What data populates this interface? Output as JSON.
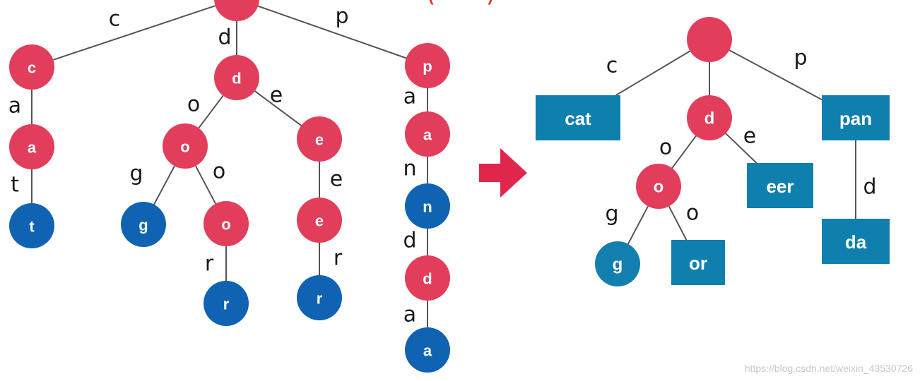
{
  "colors": {
    "internal": "#e23d5b",
    "leaf_circle": "#0f63b2",
    "leaf_box": "#0f7fae",
    "leaf_circle_compressed": "#137fae",
    "edge_line": "#555555",
    "arrow": "#e0264a"
  },
  "trie": {
    "nodes": [
      {
        "id": "root",
        "label": ""
      },
      {
        "id": "c",
        "label": "c"
      },
      {
        "id": "a",
        "label": "a"
      },
      {
        "id": "t",
        "label": "t"
      },
      {
        "id": "d",
        "label": "d"
      },
      {
        "id": "o",
        "label": "o"
      },
      {
        "id": "g",
        "label": "g"
      },
      {
        "id": "o2",
        "label": "o"
      },
      {
        "id": "r",
        "label": "r"
      },
      {
        "id": "e",
        "label": "e"
      },
      {
        "id": "e2",
        "label": "e"
      },
      {
        "id": "r2",
        "label": "r"
      },
      {
        "id": "p",
        "label": "p"
      },
      {
        "id": "pa",
        "label": "a"
      },
      {
        "id": "n",
        "label": "n"
      },
      {
        "id": "pd",
        "label": "d"
      },
      {
        "id": "pa2",
        "label": "a"
      }
    ],
    "edges": [
      {
        "from": "root",
        "to": "c",
        "label": "c"
      },
      {
        "from": "root",
        "to": "d",
        "label": "d"
      },
      {
        "from": "root",
        "to": "p",
        "label": "p"
      },
      {
        "from": "c",
        "to": "a",
        "label": "a"
      },
      {
        "from": "a",
        "to": "t",
        "label": "t"
      },
      {
        "from": "d",
        "to": "o",
        "label": "o"
      },
      {
        "from": "d",
        "to": "e",
        "label": "e"
      },
      {
        "from": "o",
        "to": "g",
        "label": "g"
      },
      {
        "from": "o",
        "to": "o2",
        "label": "o"
      },
      {
        "from": "o2",
        "to": "r",
        "label": "r"
      },
      {
        "from": "e",
        "to": "e2",
        "label": "e"
      },
      {
        "from": "e2",
        "to": "r2",
        "label": "r"
      },
      {
        "from": "p",
        "to": "pa",
        "label": "a"
      },
      {
        "from": "pa",
        "to": "n",
        "label": "n"
      },
      {
        "from": "n",
        "to": "pd",
        "label": "d"
      },
      {
        "from": "pd",
        "to": "pa2",
        "label": "a"
      }
    ]
  },
  "radix": {
    "nodes": [
      {
        "id": "root",
        "label": ""
      },
      {
        "id": "cat",
        "label": "cat"
      },
      {
        "id": "d",
        "label": "d"
      },
      {
        "id": "o",
        "label": "o"
      },
      {
        "id": "g",
        "label": "g"
      },
      {
        "id": "or",
        "label": "or"
      },
      {
        "id": "eer",
        "label": "eer"
      },
      {
        "id": "pan",
        "label": "pan"
      },
      {
        "id": "da",
        "label": "da"
      }
    ],
    "edges": [
      {
        "from": "root",
        "to": "cat",
        "label": "c"
      },
      {
        "from": "root",
        "to": "d",
        "label": ""
      },
      {
        "from": "root",
        "to": "pan",
        "label": "p"
      },
      {
        "from": "d",
        "to": "o",
        "label": "o"
      },
      {
        "from": "d",
        "to": "eer",
        "label": "e"
      },
      {
        "from": "o",
        "to": "g",
        "label": "g"
      },
      {
        "from": "o",
        "to": "or",
        "label": "o"
      },
      {
        "from": "pan",
        "to": "da",
        "label": "d"
      }
    ]
  },
  "watermark": "https://blog.csdn.net/weixin_43530726"
}
